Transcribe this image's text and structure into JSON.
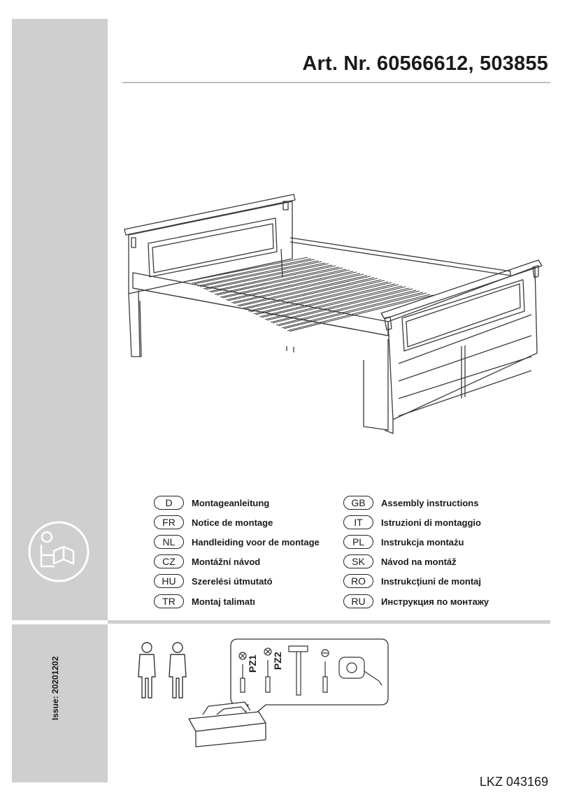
{
  "header": {
    "title": "Art. Nr. 60566612, 503855"
  },
  "languages": {
    "left": [
      {
        "code": "D",
        "label": "Montageanleitung"
      },
      {
        "code": "FR",
        "label": "Notice de montage"
      },
      {
        "code": "NL",
        "label": "Handleiding voor de montage"
      },
      {
        "code": "CZ",
        "label": "Montážní návod"
      },
      {
        "code": "HU",
        "label": "Szerelési útmutató"
      },
      {
        "code": "TR",
        "label": "Montaj talimatı"
      }
    ],
    "right": [
      {
        "code": "GB",
        "label": "Assembly instructions"
      },
      {
        "code": "IT",
        "label": "Istruzioni di montaggio"
      },
      {
        "code": "PL",
        "label": "Instrukcja montażu"
      },
      {
        "code": "SK",
        "label": "Návod na montáž"
      },
      {
        "code": "RO",
        "label": "Instrukcţiuni de montaj"
      },
      {
        "code": "RU",
        "label": "Инструкция по монтажу"
      }
    ]
  },
  "tools": {
    "pz1": "PZ1",
    "pz2": "PZ2"
  },
  "footer": {
    "issue": "Issue: 20201202",
    "lkz": "LKZ 043169"
  },
  "icons": {
    "reader": "read-manual-icon",
    "people": "two-persons-icon",
    "toolbox": "toolbox-icon",
    "hammer": "hammer-icon",
    "tape": "tape-measure-icon"
  }
}
